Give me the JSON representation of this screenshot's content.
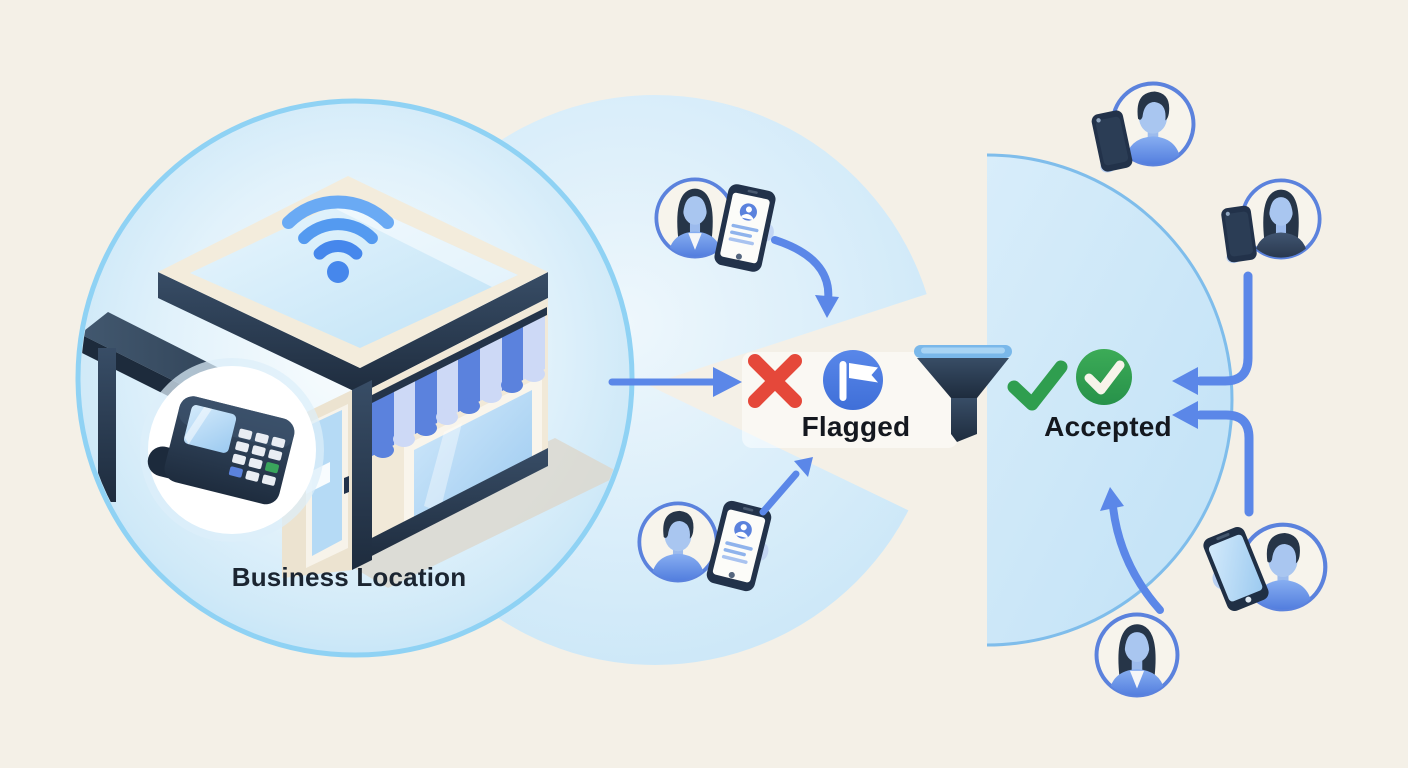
{
  "labels": {
    "business_location": "Business Location",
    "flagged": "Flagged",
    "accepted": "Accepted"
  },
  "colors": {
    "background": "#f4f0e7",
    "zone_blue": "#cde8f8",
    "accent_blue": "#5b87e8",
    "navy": "#24344a",
    "cream_wall": "#f1e9d8",
    "awning_blue": "#5b82dd",
    "red_cross": "#e5483a",
    "flag_blue": "#4b7ce2",
    "green_check": "#2f9e4f",
    "wifi_blue": "#4f8cec"
  },
  "icons": [
    "wifi-icon",
    "storefront-icon",
    "pos-terminal-icon",
    "user-avatar-icon",
    "id-phone-icon",
    "smartphone-icon",
    "cross-icon",
    "flag-icon",
    "funnel-icon",
    "check-icon",
    "check-circle-icon",
    "arrow-icon"
  ]
}
